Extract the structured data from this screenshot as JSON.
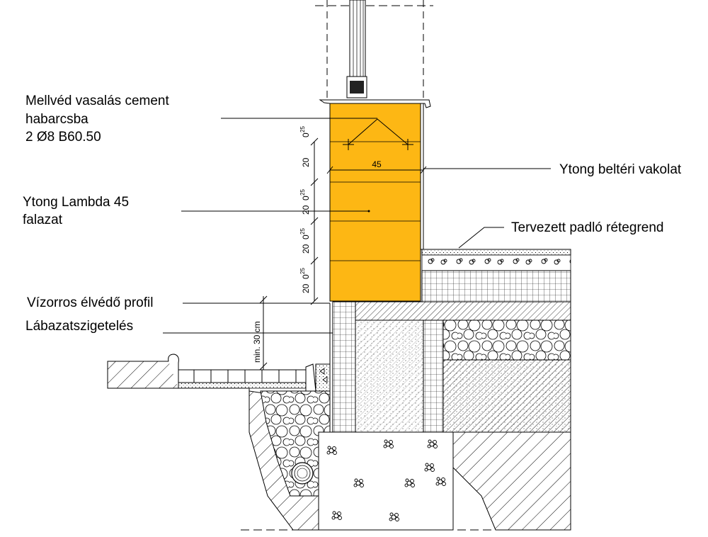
{
  "labels": {
    "parapet_reinforcement": [
      "Mellvéd vasalás cement",
      "habarcsba",
      "2 Ø8 B60.50"
    ],
    "masonry": [
      "Ytong Lambda 45",
      "falazat"
    ],
    "interior_plaster": "Ytong beltéri vakolat",
    "floor_layers": "Tervezett padló rétegrend",
    "drip_profile": "Vízorros élvédő profil",
    "plinth_insulation": "Lábazatszigetelés"
  },
  "dimensions": {
    "wall_thickness": "45",
    "course_height": "20",
    "joint": "0",
    "joint_sup": "25",
    "plinth_min": "min. 30 cm"
  },
  "colors": {
    "masonry": "#FDB714",
    "line": "#000000",
    "background": "#FFFFFF"
  }
}
